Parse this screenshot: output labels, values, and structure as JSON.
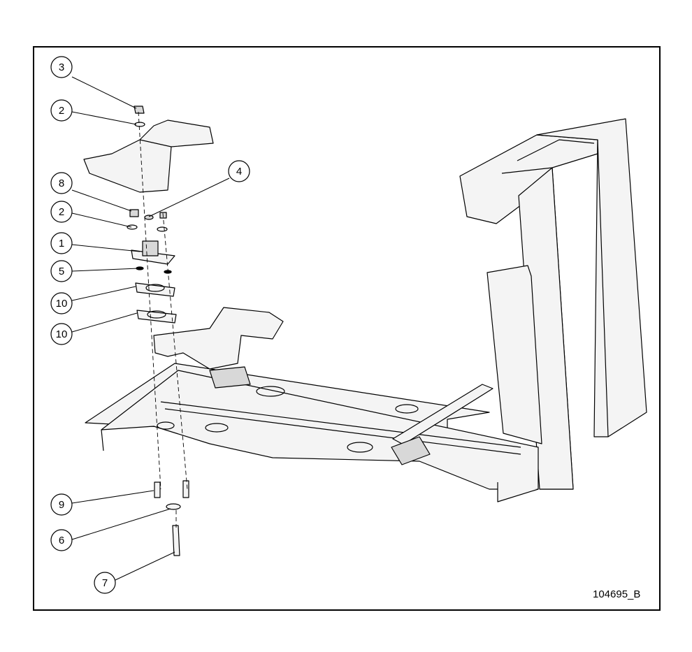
{
  "drawing_number": "104695_B",
  "callouts": [
    {
      "id": "c-3",
      "label": "3"
    },
    {
      "id": "c-2a",
      "label": "2"
    },
    {
      "id": "c-4",
      "label": "4"
    },
    {
      "id": "c-8",
      "label": "8"
    },
    {
      "id": "c-2b",
      "label": "2"
    },
    {
      "id": "c-1",
      "label": "1"
    },
    {
      "id": "c-5",
      "label": "5"
    },
    {
      "id": "c-10a",
      "label": "10"
    },
    {
      "id": "c-10b",
      "label": "10"
    },
    {
      "id": "c-9",
      "label": "9"
    },
    {
      "id": "c-6",
      "label": "6"
    },
    {
      "id": "c-7",
      "label": "7"
    }
  ],
  "colors": {
    "line": "#000000",
    "background": "#ffffff",
    "part_fill": "#f4f4f4",
    "shade": "#d8d8d8"
  }
}
